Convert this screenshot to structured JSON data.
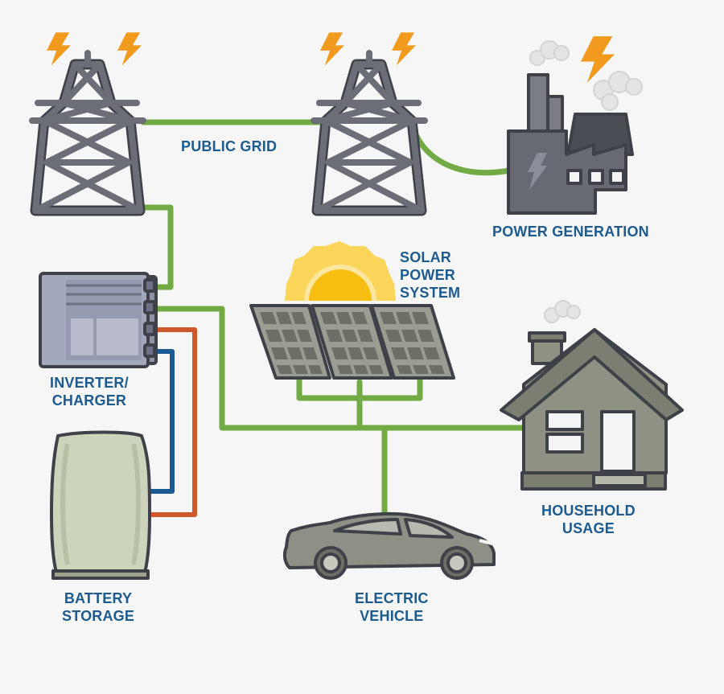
{
  "labels": {
    "public_grid": "PUBLIC GRID",
    "power_generation": "POWER GENERATION",
    "solar_line1": "SOLAR",
    "solar_line2": "POWER",
    "solar_line3": "SYSTEM",
    "inverter_line1": "INVERTER/",
    "inverter_line2": "CHARGER",
    "household_line1": "HOUSEHOLD",
    "household_line2": "USAGE",
    "battery_line1": "BATTERY",
    "battery_line2": "STORAGE",
    "ev_line1": "ELECTRIC",
    "ev_line2": "VEHICLE"
  },
  "colors": {
    "label_text": "#1d5b8f",
    "ac_wire": "#72ab43",
    "dc_positive_wire": "#d0572a",
    "dc_negative_wire": "#1c5a96",
    "pylon": "#5c6068",
    "bolt": "#f29a1e",
    "sun": "#f9c11a",
    "panel": "#969a8e",
    "house": "#8e9183",
    "car": "#8d9085",
    "battery": "#cdd4bc",
    "inverter": "#a4a8bd",
    "factory": "#676a72"
  },
  "icons": {
    "transmission_tower": "transmission-tower-icon",
    "power_plant": "factory-icon",
    "solar_panel": "solar-panel-icon",
    "sun": "sun-icon",
    "inverter": "inverter-icon",
    "battery": "battery-icon",
    "house": "house-icon",
    "car": "car-icon",
    "lightning": "lightning-icon",
    "smoke": "smoke-icon"
  }
}
